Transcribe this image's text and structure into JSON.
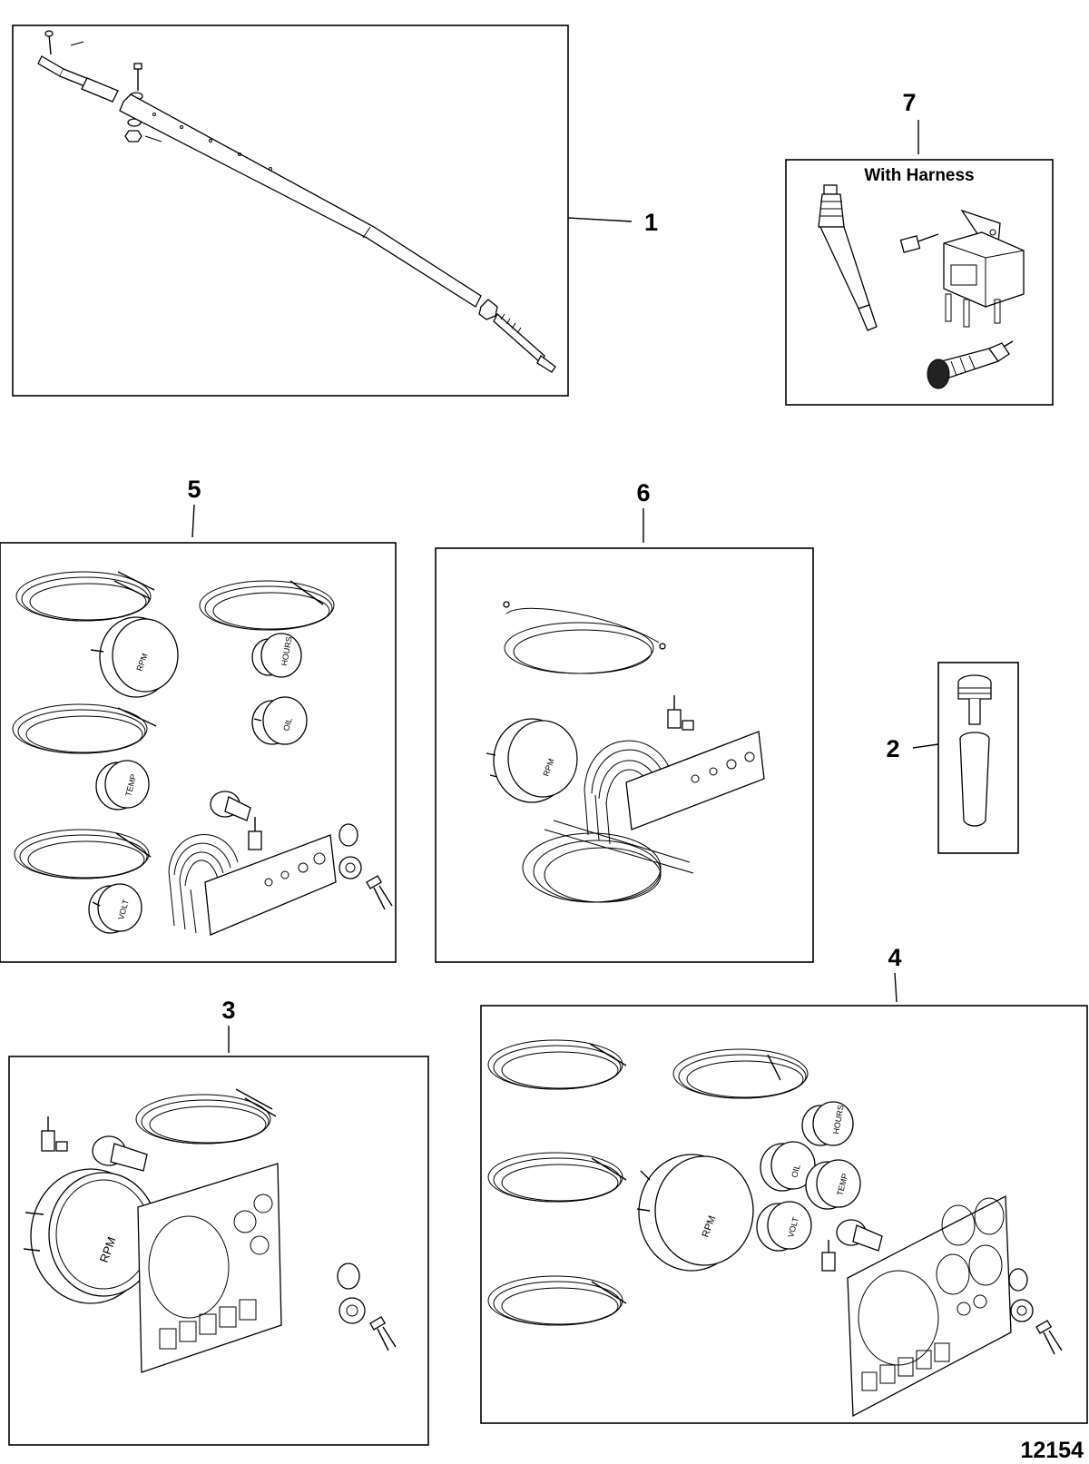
{
  "callouts": {
    "c1": "1",
    "c2": "2",
    "c3": "3",
    "c4": "4",
    "c5": "5",
    "c6": "6",
    "c7": "7"
  },
  "panel7": {
    "caption": "With Harness"
  },
  "gauge_labels": {
    "rpm": "RPM",
    "volt": "VOLT",
    "oil": "OIL",
    "temp": "TEMP",
    "hours": "HOURS"
  },
  "figure_number": "12154"
}
